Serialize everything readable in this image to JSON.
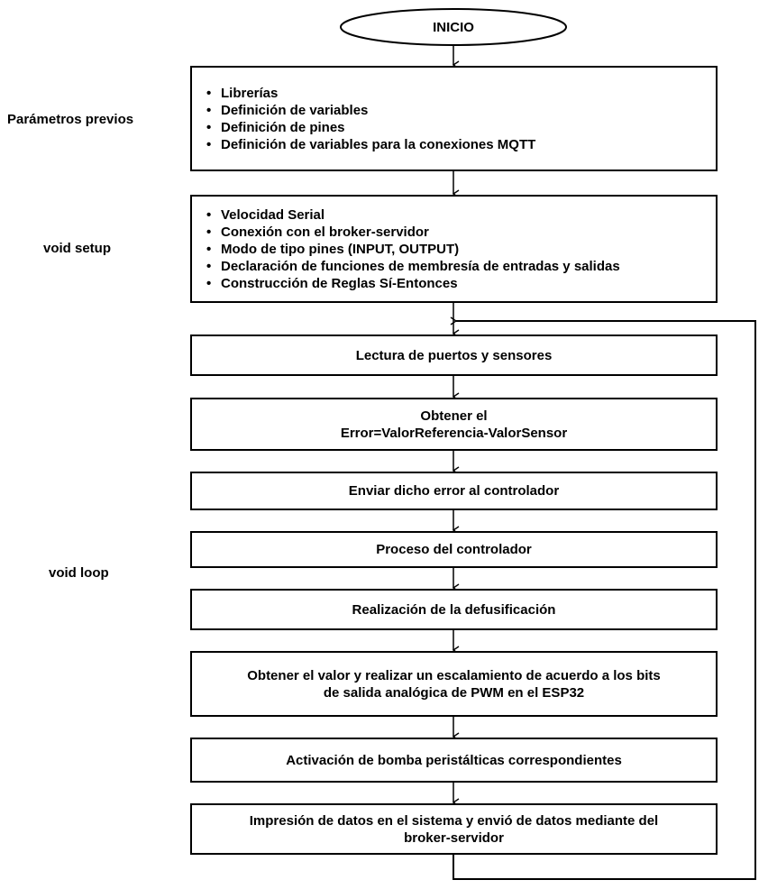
{
  "start": "INICIO",
  "sections": {
    "previos": "Parámetros previos",
    "setup": "void setup",
    "loop": "void loop"
  },
  "previos_items": [
    "Librerías",
    "Definición de variables",
    "Definición de pines",
    "Definición de variables para la conexiones MQTT"
  ],
  "setup_items": [
    "Velocidad Serial",
    "Conexión con el broker-servidor",
    "Modo de tipo pines (INPUT, OUTPUT)",
    "Declaración de funciones de membresía de entradas y salidas",
    "Construcción de Reglas Sí-Entonces"
  ],
  "steps": {
    "lectura": "Lectura de puertos y sensores",
    "error_line1": "Obtener el",
    "error_line2": "Error=ValorReferencia-ValorSensor",
    "enviar": "Enviar dicho error al controlador",
    "proceso": "Proceso del controlador",
    "defus": "Realización de la defusificación",
    "escala_line1": "Obtener el valor y realizar un escalamiento de acuerdo a los bits",
    "escala_line2": "de salida analógica de PWM en el ESP32",
    "bomba": "Activación de bomba peristálticas correspondientes",
    "impresion_line1": "Impresión de datos en el sistema y envió de datos mediante del",
    "impresion_line2": "broker-servidor"
  }
}
